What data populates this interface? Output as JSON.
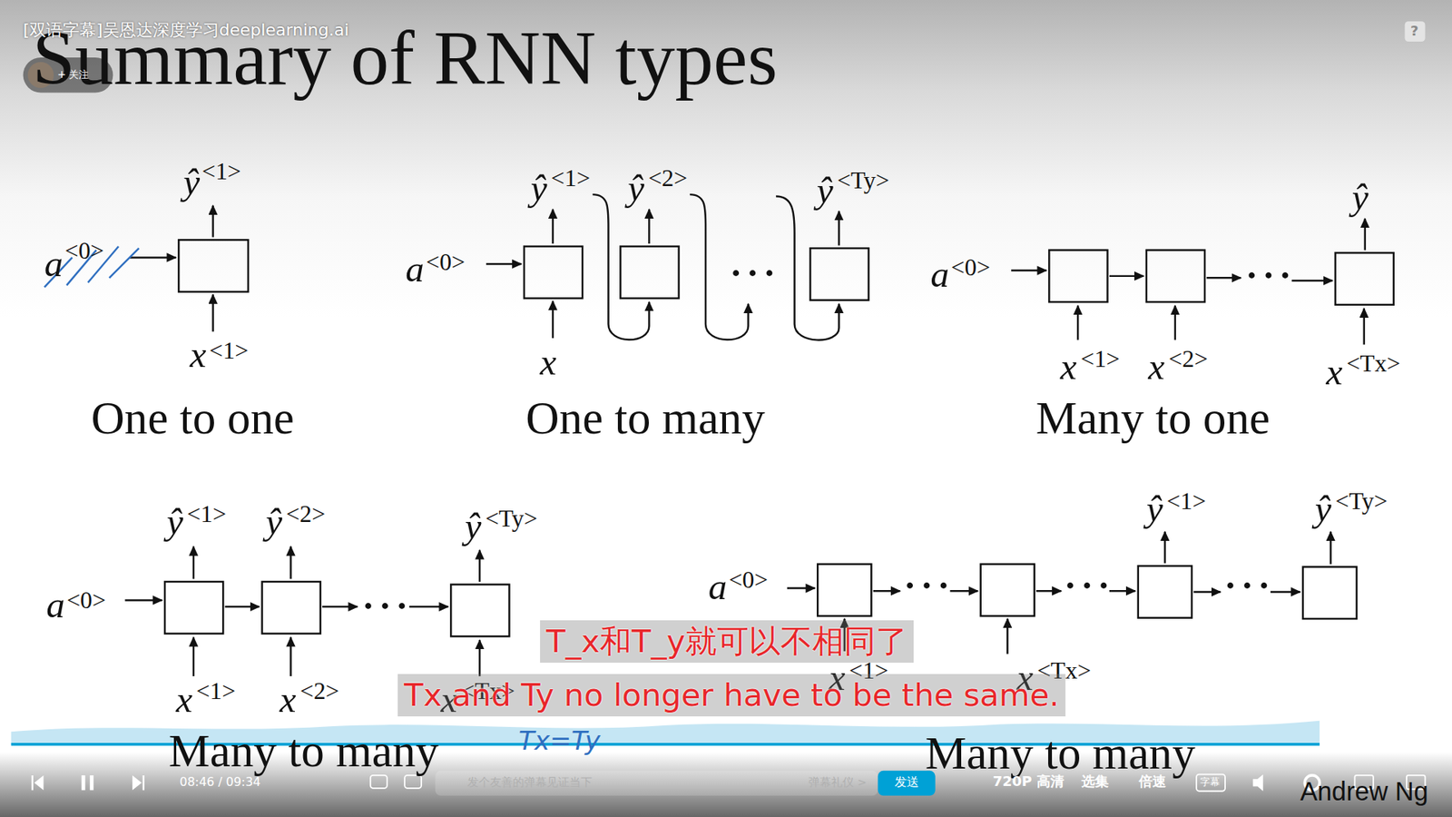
{
  "diagram": {
    "title": "Summary of RNN types",
    "labels": [
      "[双语字幕]吴恩达深度学习deeplearning.ai",
      "+ 关注",
      "?",
      "ŷ",
      "<1>",
      "a",
      "<0>",
      "x",
      "<1>",
      "One to one",
      "a",
      "<0>",
      "ŷ",
      "<1>",
      "ŷ",
      "<2>",
      "ŷ",
      "<Ty>",
      "···",
      "x",
      "One to many",
      "a",
      "<0>",
      "ŷ",
      "···",
      "x",
      "<1>",
      "x",
      "<2>",
      "x",
      "<Tx>",
      "Many to one",
      "ŷ",
      "<1>",
      "ŷ",
      "<2>",
      "ŷ",
      "<Ty>",
      "a",
      "<0>",
      "···",
      "x",
      "<1>",
      "x",
      "<2>",
      "x",
      "<Tx>",
      "Many to many",
      "Tx=Ty",
      "a",
      "<0>",
      "ŷ",
      "<1>",
      "ŷ",
      "<Ty>",
      "···",
      "···",
      "···",
      "x",
      "<1>",
      "x",
      "<Tx>",
      "Many to many",
      "T_x和T_y就可以不相同了",
      "Tx and Ty no longer have to be the same.",
      "08:46 / 09:34",
      "发个友善的弹幕见证当下",
      "弹幕礼仪 >",
      "发送",
      "720P 高清",
      "选集",
      "倍速",
      "字幕",
      "Andrew Ng"
    ]
  }
}
